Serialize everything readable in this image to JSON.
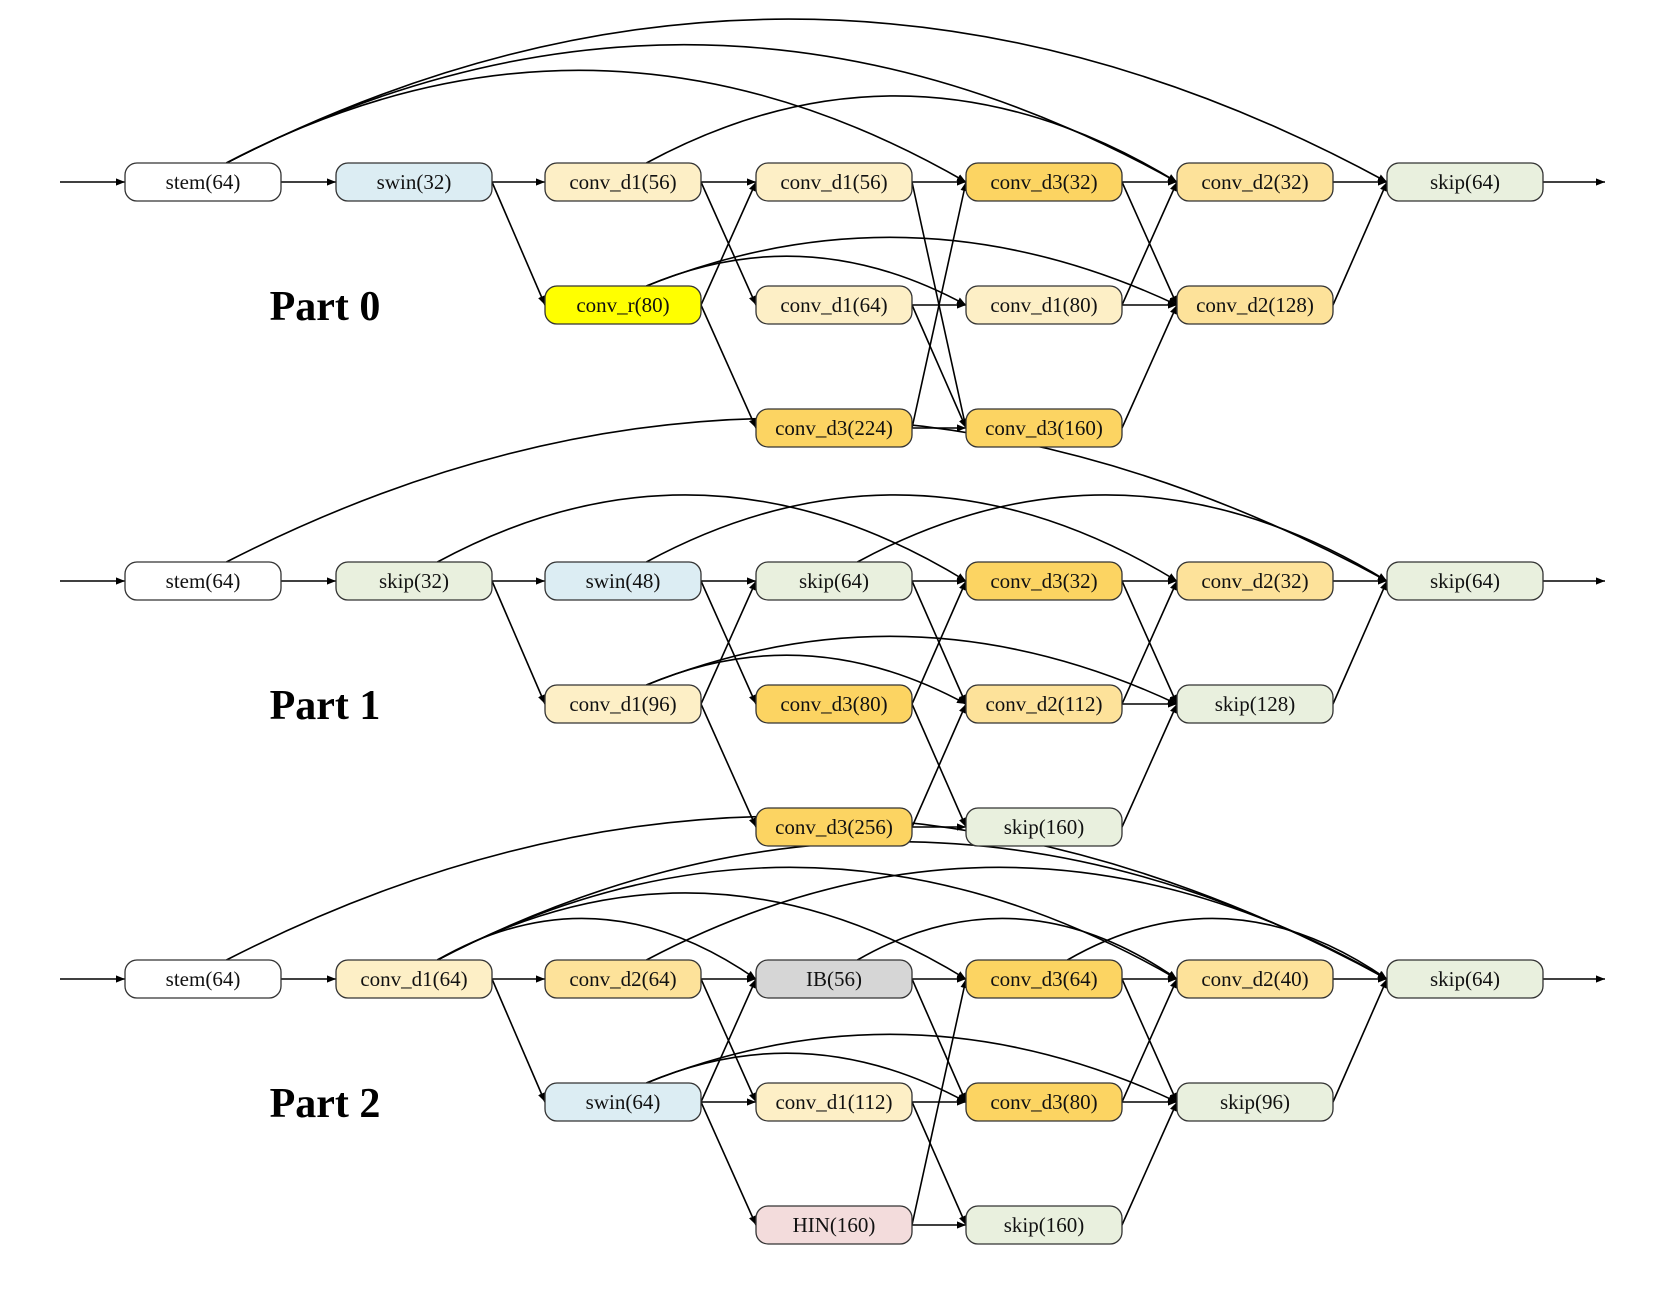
{
  "colors": {
    "stem": "#ffffff",
    "swin": "#dcedf3",
    "skip": "#e9f0de",
    "conv_d1": "#fdefc6",
    "conv_d2": "#fde29a",
    "conv_d3": "#fcd462",
    "conv_r": "#ffff00",
    "IB": "#d6d6d6",
    "HIN": "#f3dcdc"
  },
  "parts": [
    {
      "label": "Part 0",
      "nodes": [
        {
          "id": "n0",
          "label": "stem(64)",
          "type": "stem",
          "col": 0,
          "row": 0
        },
        {
          "id": "n1",
          "label": "swin(32)",
          "type": "swin",
          "col": 1,
          "row": 0
        },
        {
          "id": "n2",
          "label": "conv_d1(56)",
          "type": "conv_d1",
          "col": 2,
          "row": 0
        },
        {
          "id": "n3",
          "label": "conv_r(80)",
          "type": "conv_r",
          "col": 2,
          "row": 1
        },
        {
          "id": "n4",
          "label": "conv_d1(56)",
          "type": "conv_d1",
          "col": 3,
          "row": 0
        },
        {
          "id": "n5",
          "label": "conv_d1(64)",
          "type": "conv_d1",
          "col": 3,
          "row": 1
        },
        {
          "id": "n6",
          "label": "conv_d3(224)",
          "type": "conv_d3",
          "col": 3,
          "row": 2
        },
        {
          "id": "n7",
          "label": "conv_d3(32)",
          "type": "conv_d3",
          "col": 4,
          "row": 0
        },
        {
          "id": "n8",
          "label": "conv_d1(80)",
          "type": "conv_d1",
          "col": 4,
          "row": 1
        },
        {
          "id": "n9",
          "label": "conv_d3(160)",
          "type": "conv_d3",
          "col": 4,
          "row": 2
        },
        {
          "id": "n10",
          "label": "conv_d2(32)",
          "type": "conv_d2",
          "col": 5,
          "row": 0
        },
        {
          "id": "n11",
          "label": "conv_d2(128)",
          "type": "conv_d2",
          "col": 5,
          "row": 1
        },
        {
          "id": "n12",
          "label": "skip(64)",
          "type": "skip",
          "col": 6,
          "row": 0
        }
      ],
      "edges": [
        [
          "n0",
          "n1"
        ],
        [
          "n0",
          "n7"
        ],
        [
          "n0",
          "n10"
        ],
        [
          "n0",
          "n12"
        ],
        [
          "n1",
          "n2"
        ],
        [
          "n1",
          "n3"
        ],
        [
          "n2",
          "n4"
        ],
        [
          "n2",
          "n5"
        ],
        [
          "n2",
          "n10"
        ],
        [
          "n3",
          "n4"
        ],
        [
          "n3",
          "n6"
        ],
        [
          "n3",
          "n8"
        ],
        [
          "n3",
          "n11"
        ],
        [
          "n4",
          "n7"
        ],
        [
          "n4",
          "n9"
        ],
        [
          "n5",
          "n8"
        ],
        [
          "n5",
          "n9"
        ],
        [
          "n6",
          "n7"
        ],
        [
          "n6",
          "n9"
        ],
        [
          "n7",
          "n10"
        ],
        [
          "n7",
          "n11"
        ],
        [
          "n8",
          "n10"
        ],
        [
          "n8",
          "n11"
        ],
        [
          "n9",
          "n11"
        ],
        [
          "n10",
          "n12"
        ],
        [
          "n11",
          "n12"
        ]
      ]
    },
    {
      "label": "Part 1",
      "nodes": [
        {
          "id": "n0",
          "label": "stem(64)",
          "type": "stem",
          "col": 0,
          "row": 0
        },
        {
          "id": "n1",
          "label": "skip(32)",
          "type": "skip",
          "col": 1,
          "row": 0
        },
        {
          "id": "n2",
          "label": "swin(48)",
          "type": "swin",
          "col": 2,
          "row": 0
        },
        {
          "id": "n3",
          "label": "conv_d1(96)",
          "type": "conv_d1",
          "col": 2,
          "row": 1
        },
        {
          "id": "n4",
          "label": "skip(64)",
          "type": "skip",
          "col": 3,
          "row": 0
        },
        {
          "id": "n5",
          "label": "conv_d3(80)",
          "type": "conv_d3",
          "col": 3,
          "row": 1
        },
        {
          "id": "n6",
          "label": "conv_d3(256)",
          "type": "conv_d3",
          "col": 3,
          "row": 2
        },
        {
          "id": "n7",
          "label": "conv_d3(32)",
          "type": "conv_d3",
          "col": 4,
          "row": 0
        },
        {
          "id": "n8",
          "label": "conv_d2(112)",
          "type": "conv_d2",
          "col": 4,
          "row": 1
        },
        {
          "id": "n9",
          "label": "skip(160)",
          "type": "skip",
          "col": 4,
          "row": 2
        },
        {
          "id": "n10",
          "label": "conv_d2(32)",
          "type": "conv_d2",
          "col": 5,
          "row": 0
        },
        {
          "id": "n11",
          "label": "skip(128)",
          "type": "skip",
          "col": 5,
          "row": 1
        },
        {
          "id": "n12",
          "label": "skip(64)",
          "type": "skip",
          "col": 6,
          "row": 0
        }
      ],
      "edges": [
        [
          "n0",
          "n1"
        ],
        [
          "n0",
          "n12"
        ],
        [
          "n1",
          "n2"
        ],
        [
          "n1",
          "n3"
        ],
        [
          "n1",
          "n7"
        ],
        [
          "n2",
          "n4"
        ],
        [
          "n2",
          "n5"
        ],
        [
          "n2",
          "n10"
        ],
        [
          "n3",
          "n4"
        ],
        [
          "n3",
          "n6"
        ],
        [
          "n3",
          "n8"
        ],
        [
          "n3",
          "n11"
        ],
        [
          "n4",
          "n7"
        ],
        [
          "n4",
          "n8"
        ],
        [
          "n4",
          "n12"
        ],
        [
          "n5",
          "n7"
        ],
        [
          "n5",
          "n9"
        ],
        [
          "n6",
          "n8"
        ],
        [
          "n6",
          "n9"
        ],
        [
          "n7",
          "n10"
        ],
        [
          "n7",
          "n11"
        ],
        [
          "n8",
          "n10"
        ],
        [
          "n8",
          "n11"
        ],
        [
          "n9",
          "n11"
        ],
        [
          "n10",
          "n12"
        ],
        [
          "n11",
          "n12"
        ]
      ]
    },
    {
      "label": "Part 2",
      "nodes": [
        {
          "id": "n0",
          "label": "stem(64)",
          "type": "stem",
          "col": 0,
          "row": 0
        },
        {
          "id": "n1",
          "label": "conv_d1(64)",
          "type": "conv_d1",
          "col": 1,
          "row": 0
        },
        {
          "id": "n2",
          "label": "conv_d2(64)",
          "type": "conv_d2",
          "col": 2,
          "row": 0
        },
        {
          "id": "n3",
          "label": "swin(64)",
          "type": "swin",
          "col": 2,
          "row": 1
        },
        {
          "id": "n4",
          "label": "IB(56)",
          "type": "IB",
          "col": 3,
          "row": 0
        },
        {
          "id": "n5",
          "label": "conv_d1(112)",
          "type": "conv_d1",
          "col": 3,
          "row": 1
        },
        {
          "id": "n6",
          "label": "HIN(160)",
          "type": "HIN",
          "col": 3,
          "row": 2
        },
        {
          "id": "n7",
          "label": "conv_d3(64)",
          "type": "conv_d3",
          "col": 4,
          "row": 0
        },
        {
          "id": "n8",
          "label": "conv_d3(80)",
          "type": "conv_d3",
          "col": 4,
          "row": 1
        },
        {
          "id": "n9",
          "label": "skip(160)",
          "type": "skip",
          "col": 4,
          "row": 2
        },
        {
          "id": "n10",
          "label": "conv_d2(40)",
          "type": "conv_d2",
          "col": 5,
          "row": 0
        },
        {
          "id": "n11",
          "label": "skip(96)",
          "type": "skip",
          "col": 5,
          "row": 1
        },
        {
          "id": "n12",
          "label": "skip(64)",
          "type": "skip",
          "col": 6,
          "row": 0
        }
      ],
      "edges": [
        [
          "n0",
          "n1"
        ],
        [
          "n0",
          "n12"
        ],
        [
          "n1",
          "n2"
        ],
        [
          "n1",
          "n3"
        ],
        [
          "n1",
          "n4"
        ],
        [
          "n1",
          "n7"
        ],
        [
          "n1",
          "n10"
        ],
        [
          "n1",
          "n12"
        ],
        [
          "n2",
          "n4"
        ],
        [
          "n2",
          "n5"
        ],
        [
          "n2",
          "n12"
        ],
        [
          "n3",
          "n4"
        ],
        [
          "n3",
          "n5"
        ],
        [
          "n3",
          "n6"
        ],
        [
          "n3",
          "n8"
        ],
        [
          "n3",
          "n11"
        ],
        [
          "n4",
          "n7"
        ],
        [
          "n4",
          "n8"
        ],
        [
          "n4",
          "n10"
        ],
        [
          "n5",
          "n8"
        ],
        [
          "n5",
          "n9"
        ],
        [
          "n6",
          "n7"
        ],
        [
          "n6",
          "n9"
        ],
        [
          "n7",
          "n10"
        ],
        [
          "n7",
          "n11"
        ],
        [
          "n7",
          "n12"
        ],
        [
          "n8",
          "n10"
        ],
        [
          "n8",
          "n11"
        ],
        [
          "n9",
          "n11"
        ],
        [
          "n10",
          "n12"
        ],
        [
          "n11",
          "n12"
        ]
      ]
    }
  ]
}
